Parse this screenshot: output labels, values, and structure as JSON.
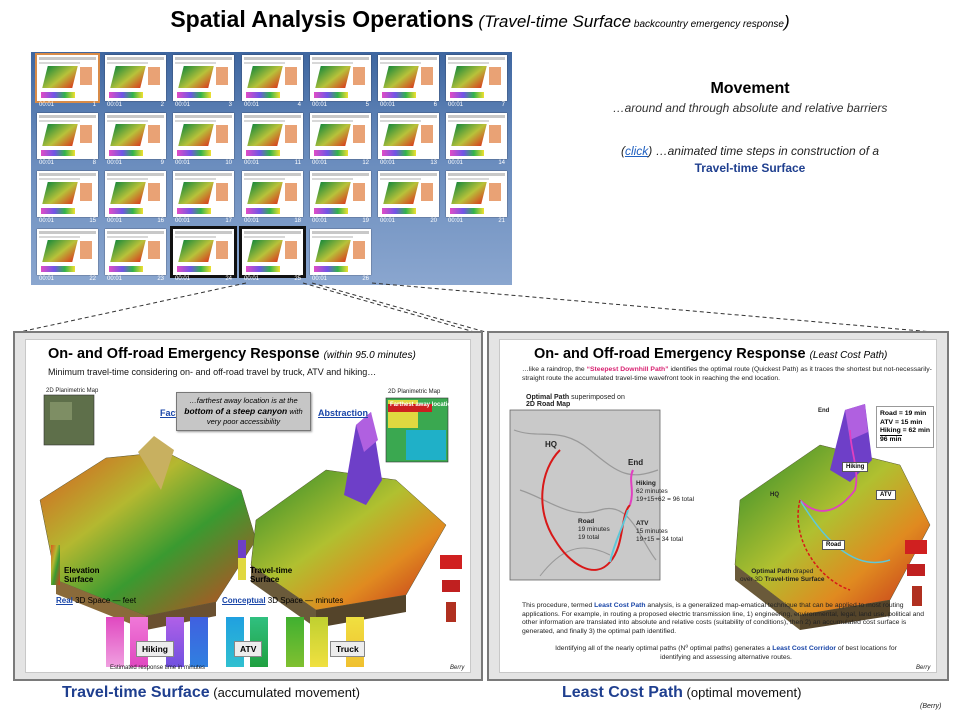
{
  "title": {
    "main": "Spatial Analysis Operations",
    "paren_open": " (",
    "mid": "Travel-time Surface",
    "small": " backcountry emergency response",
    "paren_close": ")"
  },
  "sorter": {
    "slides": [
      {
        "n": "1"
      },
      {
        "n": "2"
      },
      {
        "n": "3"
      },
      {
        "n": "4"
      },
      {
        "n": "5"
      },
      {
        "n": "6"
      },
      {
        "n": "7"
      },
      {
        "n": "8"
      },
      {
        "n": "9"
      },
      {
        "n": "10"
      },
      {
        "n": "11"
      },
      {
        "n": "12"
      },
      {
        "n": "13"
      },
      {
        "n": "14"
      },
      {
        "n": "15"
      },
      {
        "n": "16"
      },
      {
        "n": "17"
      },
      {
        "n": "18"
      },
      {
        "n": "19"
      },
      {
        "n": "20"
      },
      {
        "n": "21"
      },
      {
        "n": "22"
      },
      {
        "n": "23"
      },
      {
        "n": "24"
      },
      {
        "n": "25"
      },
      {
        "n": "26"
      }
    ],
    "time_prefix": "00:01"
  },
  "movement": {
    "heading": "Movement",
    "subtitle": "…around and through absolute and relative barriers",
    "click_open": "(",
    "click_link": "click",
    "click_rest": ")  …animated time steps in construction of a",
    "tts": "Travel-time Surface"
  },
  "left_slide": {
    "title": "On- and Off-road Emergency Response",
    "title_note": "(within 95.0 minutes)",
    "subtitle": "Minimum travel-time considering on- and off-road travel by truck, ATV and hiking…",
    "planimetric": "2D Planimetric Map",
    "fact": "Fact",
    "abstraction": "Abstraction",
    "planimetric2": "2D Planimetric Map",
    "farthest": "Farthest away location",
    "callout_l1": "…farthest away location is at the",
    "callout_l2": "bottom of a steep canyon",
    "callout_l3": " with very poor accessibility",
    "elev_l1": "Elevation",
    "elev_l2": "Surface",
    "tt_l1": "Travel-time",
    "tt_l2": "Surface",
    "real": "Real",
    "real_rest": " 3D Space — feet",
    "conceptual": "Conceptual",
    "conceptual_rest": " 3D Space — minutes",
    "hiking": "Hiking",
    "atv": "ATV",
    "truck": "Truck",
    "footer": "Estimated response time in minutes",
    "credit": "Berry"
  },
  "right_slide": {
    "title": "On- and Off-road Emergency Response",
    "title_note": "(Least Cost Path)",
    "intro_a": "…like a raindrop, the ",
    "intro_b": "“Steepest Downhill Path”",
    "intro_c": " identifies the optimal route (Quickest Path) as it traces the shortest but not-necessarily-straight route the accumulated travel-time wavefront took in reaching the end location.",
    "optimal_a": "Optimal Path",
    "optimal_b": " superimposed on",
    "optimal_c": "2D Road Map",
    "hq": "HQ",
    "end": "End",
    "hiking": "Hiking",
    "hiking_min": "62 minutes",
    "hiking_sum": "19+15+62 = 96 total",
    "road": "Road",
    "road_min": "19 minutes",
    "road_tot": "19 total",
    "atv": "ATV",
    "atv_min": "15 minutes",
    "atv_sum": "19+15 = 34 total",
    "legend_road": "Road = 19 min",
    "legend_atv": "ATV = 15 min",
    "legend_hiking": "Hiking = 62 min",
    "legend_total": "96 min",
    "end3d": "End",
    "hq3d": "HQ",
    "hiking3d": "Hiking",
    "atv3d": "ATV",
    "road3d": "Road",
    "draped_a": "Optimal Path",
    "draped_b": " draped",
    "draped_c": "over 3D ",
    "draped_d": "Travel-time Surface",
    "para_a": "This procedure, termed ",
    "para_b": "Least Cost Path",
    "para_c": " analysis, is a generalized map-ematical technique that can be applied to most routing applications.   For example, in routing a proposed electric transmission line, 1) engineering, environmental, legal, land use, political and other information are translated into absolute and relative costs (suitability of conditions), then 2) an accumulated cost surface is generated, and finally 3) the optimal path identified.",
    "para2_a": "Identifying all of the nearly optimal paths (Nº optimal paths) generates a ",
    "para2_b": "Least Cost Corridor",
    "para2_c": " of best locations for identifying and assessing alternative routes.",
    "credit": "Berry"
  },
  "captions": {
    "left_a": "Travel-time Surface",
    "left_b": " (accumulated movement)",
    "right_a": "Least Cost Path",
    "right_b": " (optimal movement)",
    "credit": "(Berry)"
  },
  "colors": {
    "accent": "#1f3f8f",
    "link": "#2060c0",
    "hiking_path": "#e040c0",
    "atv_path": "#5fc8d8",
    "road_path": "#d81818"
  }
}
